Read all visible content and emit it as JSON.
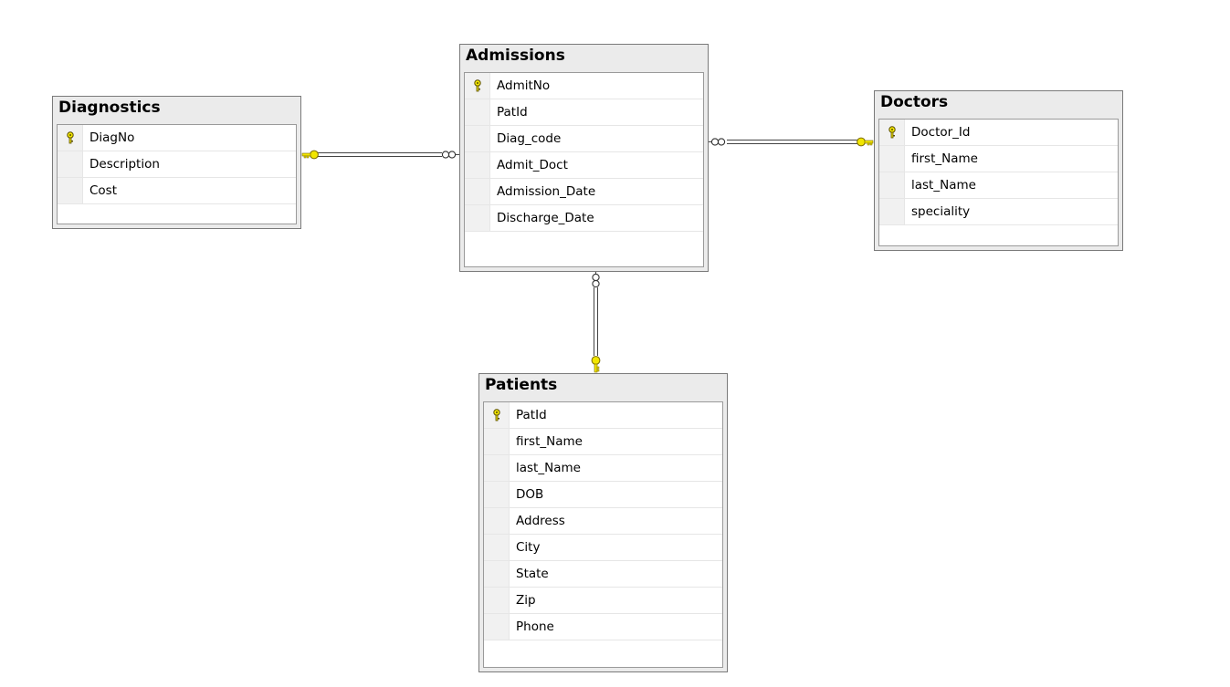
{
  "tables": {
    "diagnostics": {
      "name": "Diagnostics",
      "columns": [
        {
          "name": "DiagNo",
          "primary_key": true
        },
        {
          "name": "Description",
          "primary_key": false
        },
        {
          "name": "Cost",
          "primary_key": false
        }
      ]
    },
    "admissions": {
      "name": "Admissions",
      "columns": [
        {
          "name": "AdmitNo",
          "primary_key": true
        },
        {
          "name": "PatId",
          "primary_key": false
        },
        {
          "name": "Diag_code",
          "primary_key": false
        },
        {
          "name": "Admit_Doct",
          "primary_key": false
        },
        {
          "name": "Admission_Date",
          "primary_key": false
        },
        {
          "name": "Discharge_Date",
          "primary_key": false
        }
      ]
    },
    "doctors": {
      "name": "Doctors",
      "columns": [
        {
          "name": "Doctor_Id",
          "primary_key": true
        },
        {
          "name": "first_Name",
          "primary_key": false
        },
        {
          "name": "last_Name",
          "primary_key": false
        },
        {
          "name": "speciality",
          "primary_key": false
        }
      ]
    },
    "patients": {
      "name": "Patients",
      "columns": [
        {
          "name": "PatId",
          "primary_key": true
        },
        {
          "name": "first_Name",
          "primary_key": false
        },
        {
          "name": "last_Name",
          "primary_key": false
        },
        {
          "name": "DOB",
          "primary_key": false
        },
        {
          "name": "Address",
          "primary_key": false
        },
        {
          "name": "City",
          "primary_key": false
        },
        {
          "name": "State",
          "primary_key": false
        },
        {
          "name": "Zip",
          "primary_key": false
        },
        {
          "name": "Phone",
          "primary_key": false
        }
      ]
    }
  },
  "relationships": [
    {
      "from": "admissions",
      "to": "diagnostics",
      "from_end": "many",
      "to_end": "one-key"
    },
    {
      "from": "admissions",
      "to": "doctors",
      "from_end": "many",
      "to_end": "one-key"
    },
    {
      "from": "admissions",
      "to": "patients",
      "from_end": "many",
      "to_end": "one-key"
    }
  ],
  "colors": {
    "key_icon": "#f2e600",
    "key_outline": "#7a6a00",
    "table_header_bg": "#ebebeb",
    "table_border": "#7a7a7a",
    "connector": "#444444"
  },
  "icons": {
    "primary_key": "key-icon",
    "many_end": "infinity-icon"
  }
}
